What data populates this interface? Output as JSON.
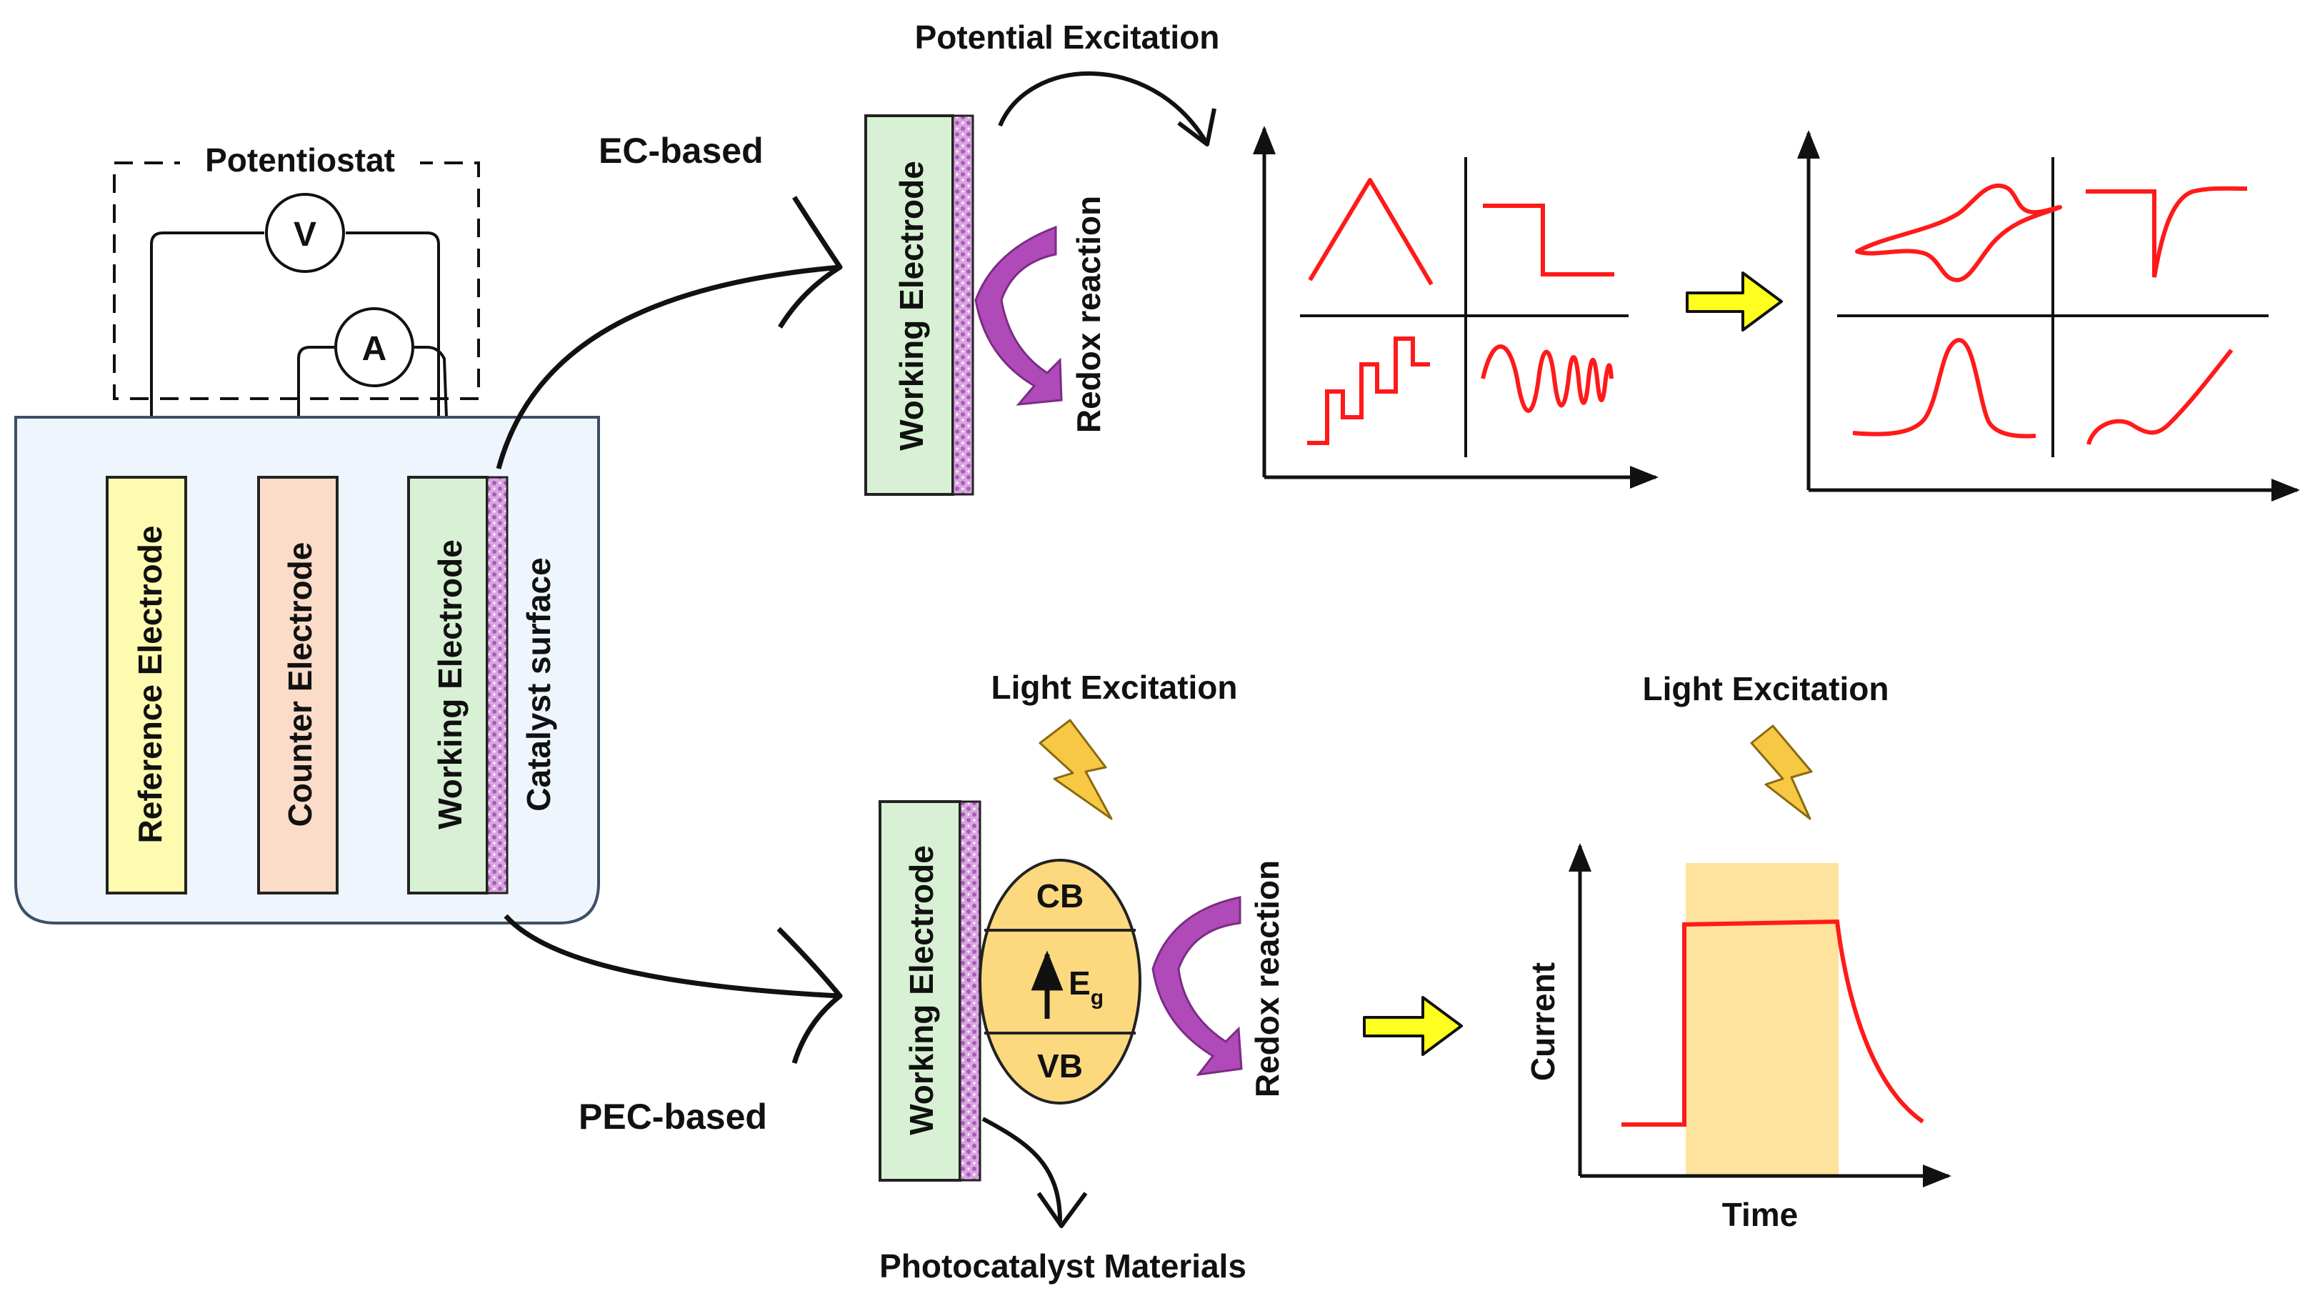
{
  "labels": {
    "potentiostat": "Potentiostat",
    "voltmeter": "V",
    "ammeter": "A",
    "reference_electrode": "Reference Electrode",
    "counter_electrode": "Counter Electrode",
    "working_electrode": "Working Electrode",
    "catalyst_surface": "Catalyst surface",
    "ec_based": "EC-based",
    "pec_based": "PEC-based",
    "potential_excitation": "Potential Excitation",
    "redox_reaction": "Redox reaction",
    "light_excitation": "Light Excitation",
    "cb": "CB",
    "vb": "VB",
    "eg_main": "E",
    "eg_sub": "g",
    "photocatalyst_materials": "Photocatalyst Materials",
    "current": "Current",
    "time": "Time"
  },
  "colors": {
    "cell_fill": "#eef5fd",
    "cell_stroke": "#3d4f66",
    "reference_fill": "#fdfbb0",
    "counter_fill": "#fbdcc8",
    "working_fill": "#d8f1d4",
    "catalyst_fill": "#c88ad6",
    "waveform": "#ff1a1a",
    "redox_arrow": "#b04ab8",
    "bolt": "#f7c843",
    "semiconductor": "#fcd97e",
    "illumination_band": "#fde39c",
    "transition_arrow": "#ffff1f"
  },
  "icons": {
    "voltmeter": "voltmeter-icon",
    "ammeter": "ammeter-icon",
    "lightning": "lightning-bolt-icon",
    "transition": "right-arrow-icon"
  }
}
